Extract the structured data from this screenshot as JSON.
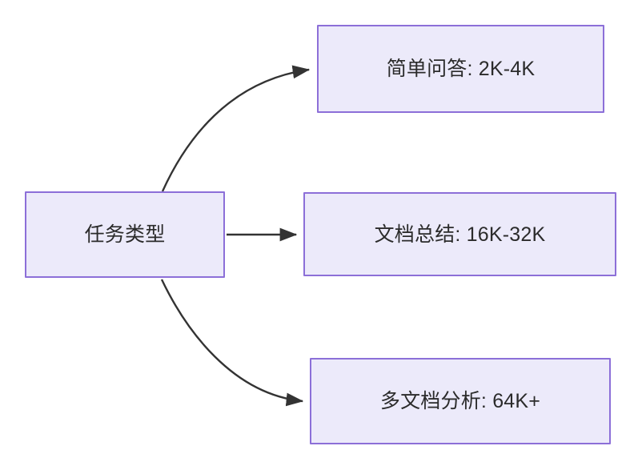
{
  "diagram": {
    "type": "flowchart",
    "direction": "left-to-right",
    "background_color": "#FFFFFF",
    "node_fill_color": "#ECEAFA",
    "node_border_color": "#8C6FD8",
    "node_text_color": "#2B2B2B",
    "edge_color": "#333333",
    "root": {
      "label": "任务类型"
    },
    "branches": [
      {
        "label": "简单问答: 2K-4K",
        "edge_style": "curved"
      },
      {
        "label": "文档总结: 16K-32K",
        "edge_style": "straight"
      },
      {
        "label": "多文档分析: 64K+",
        "edge_style": "curved"
      }
    ]
  }
}
